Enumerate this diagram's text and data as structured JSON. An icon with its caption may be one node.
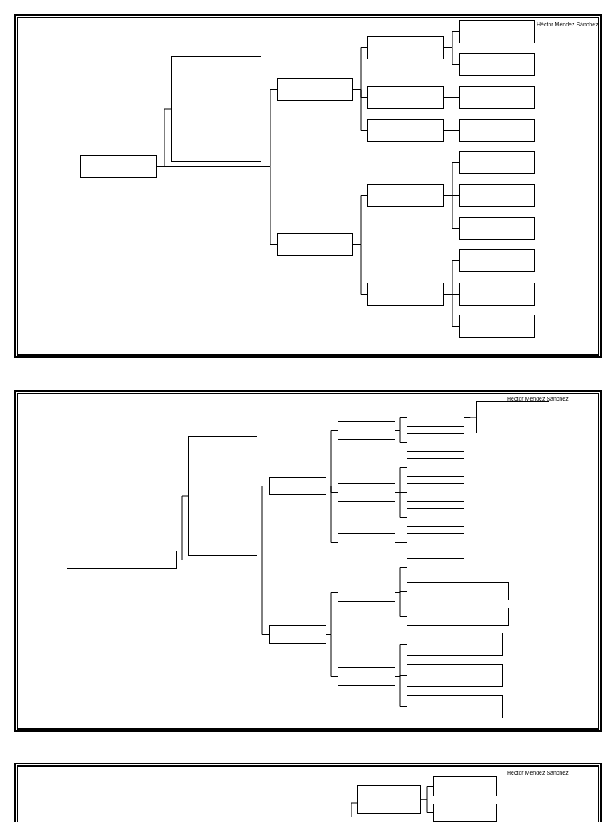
{
  "diagram": {
    "nodes": [
      {
        "text": [],
        "shape": "box"
      },
      {
        "text": [],
        "shape": "box"
      },
      {
        "text": [],
        "shape": "box"
      },
      {
        "text": [],
        "shape": "box"
      },
      {
        "text": [],
        "shape": "box"
      },
      {
        "text": [],
        "shape": "box"
      },
      {
        "text": [],
        "shape": "box"
      },
      {
        "text": [],
        "shape": "box"
      },
      {
        "text": [],
        "shape": "box"
      },
      {
        "text": [],
        "shape": "box"
      },
      {
        "text": [],
        "shape": "box"
      },
      {
        "text": [],
        "shape": "box"
      },
      {
        "text": [],
        "shape": "box"
      },
      {
        "text": [],
        "shape": "box"
      },
      {
        "text": [],
        "shape": "box"
      },
      {
        "text": [],
        "shape": "box"
      },
      {
        "text": [],
        "shape": "box"
      },
      {
        "text": [],
        "shape": "box"
      },
      {
        "text": [],
        "shape": "box"
      },
      {
        "text": [],
        "shape": "box"
      },
      {
        "text": [],
        "shape": "box"
      },
      {
        "text": [],
        "shape": "box"
      },
      {
        "text": [],
        "shape": "box"
      },
      {
        "text": [],
        "shape": "box"
      },
      {
        "text": [],
        "shape": "box"
      },
      {
        "text": [],
        "shape": "box"
      },
      {
        "text": [],
        "shape": "box"
      },
      {
        "text": [],
        "shape": "box"
      },
      {
        "text": [],
        "shape": "box"
      },
      {
        "text": [],
        "shape": "box"
      },
      {
        "text": [],
        "shape": "box"
      },
      {
        "text": [],
        "shape": "box"
      },
      {
        "text": [],
        "shape": "box"
      },
      {
        "text": [],
        "shape": "box"
      },
      {
        "text": [],
        "shape": "box"
      },
      {
        "text": [],
        "shape": "box"
      },
      {
        "text": [],
        "shape": "box"
      },
      {
        "text": [],
        "shape": "box"
      },
      {
        "text": [],
        "shape": "box"
      },
      {
        "text": [],
        "shape": "box"
      },
      {
        "text": [],
        "shape": "box"
      },
      {
        "text": [],
        "shape": "box"
      },
      {
        "text": [],
        "shape": "box"
      },
      {
        "text": [],
        "shape": "box"
      }
    ],
    "edges": [
      {
        "from": 0,
        "to": 1,
        "arrow": "none"
      },
      {
        "from": 0,
        "to": 2,
        "arrow": "none"
      },
      {
        "from": 0,
        "to": 10,
        "arrow": "none"
      },
      {
        "from": 2,
        "to": 3,
        "arrow": "none"
      },
      {
        "from": 2,
        "to": 6,
        "arrow": "none"
      },
      {
        "from": 2,
        "to": 8,
        "arrow": "none"
      },
      {
        "from": 3,
        "to": 4,
        "arrow": "none"
      },
      {
        "from": 3,
        "to": 5,
        "arrow": "none"
      },
      {
        "from": 6,
        "to": 7,
        "arrow": "none"
      },
      {
        "from": 8,
        "to": 9,
        "arrow": "none"
      },
      {
        "from": 10,
        "to": 11,
        "arrow": "none"
      },
      {
        "from": 10,
        "to": 15,
        "arrow": "none"
      },
      {
        "from": 11,
        "to": 12,
        "arrow": "none"
      },
      {
        "from": 11,
        "to": 13,
        "arrow": "none"
      },
      {
        "from": 11,
        "to": 14,
        "arrow": "none"
      },
      {
        "from": 15,
        "to": 16,
        "arrow": "none"
      },
      {
        "from": 15,
        "to": 17,
        "arrow": "none"
      },
      {
        "from": 15,
        "to": 18,
        "arrow": "none"
      },
      {
        "from": 19,
        "to": 20,
        "arrow": "none"
      },
      {
        "from": 19,
        "to": 21,
        "arrow": "none"
      },
      {
        "from": 19,
        "to": 32,
        "arrow": "none"
      },
      {
        "from": 21,
        "to": 22,
        "arrow": "none"
      },
      {
        "from": 21,
        "to": 26,
        "arrow": "none"
      },
      {
        "from": 21,
        "to": 30,
        "arrow": "none"
      },
      {
        "from": 22,
        "to": 23,
        "arrow": "none"
      },
      {
        "from": 22,
        "to": 25,
        "arrow": "none"
      },
      {
        "from": 23,
        "to": 24,
        "arrow": "none"
      },
      {
        "from": 26,
        "to": 27,
        "arrow": "none"
      },
      {
        "from": 26,
        "to": 28,
        "arrow": "none"
      },
      {
        "from": 26,
        "to": 29,
        "arrow": "none"
      },
      {
        "from": 30,
        "to": 31,
        "arrow": "none"
      },
      {
        "from": 32,
        "to": 33,
        "arrow": "none"
      },
      {
        "from": 32,
        "to": 37,
        "arrow": "none"
      },
      {
        "from": 33,
        "to": 34,
        "arrow": "none"
      },
      {
        "from": 33,
        "to": 35,
        "arrow": "none"
      },
      {
        "from": 33,
        "to": 36,
        "arrow": "none"
      },
      {
        "from": 37,
        "to": 38,
        "arrow": "none"
      },
      {
        "from": 37,
        "to": 39,
        "arrow": "none"
      },
      {
        "from": 37,
        "to": 40,
        "arrow": "none"
      },
      {
        "from": null,
        "to": 41,
        "arrow": "none"
      },
      {
        "from": 41,
        "to": 42,
        "arrow": "none"
      },
      {
        "from": 41,
        "to": 43,
        "arrow": "none"
      }
    ],
    "labels": [
      "Héctor Méndez Sánchez",
      "Héctor Méndez Sánchez",
      "Héctor Méndez Sánchez"
    ]
  }
}
